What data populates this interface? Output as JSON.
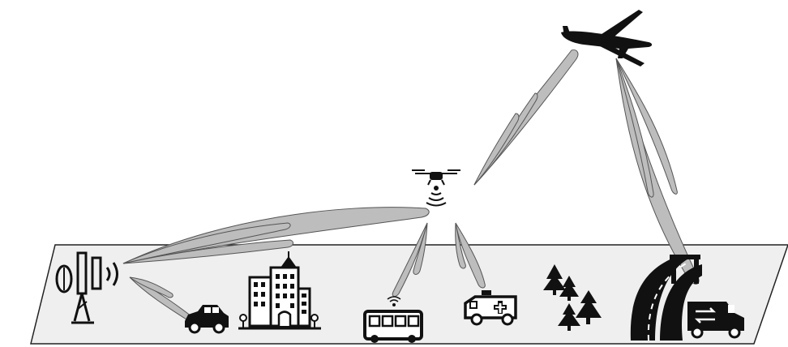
{
  "scene": {
    "ground_color": "#efefef",
    "beam_color": "#bdbdbd",
    "icon_color": "#111111",
    "elements": [
      {
        "name": "uav-plane-icon"
      },
      {
        "name": "drone-relay-icon"
      },
      {
        "name": "cell-tower-icon"
      },
      {
        "name": "car-icon"
      },
      {
        "name": "city-buildings-icon"
      },
      {
        "name": "bus-icon"
      },
      {
        "name": "ambulance-icon"
      },
      {
        "name": "trees-icon"
      },
      {
        "name": "road-icon"
      },
      {
        "name": "delivery-van-icon"
      }
    ],
    "beams": [
      {
        "from": "uav-plane",
        "to": "drone-relay"
      },
      {
        "from": "uav-plane",
        "to": "road"
      },
      {
        "from": "drone-relay",
        "to": "cell-tower"
      },
      {
        "from": "drone-relay",
        "to": "bus"
      },
      {
        "from": "drone-relay",
        "to": "ambulance"
      },
      {
        "from": "cell-tower",
        "to": "car"
      }
    ]
  }
}
